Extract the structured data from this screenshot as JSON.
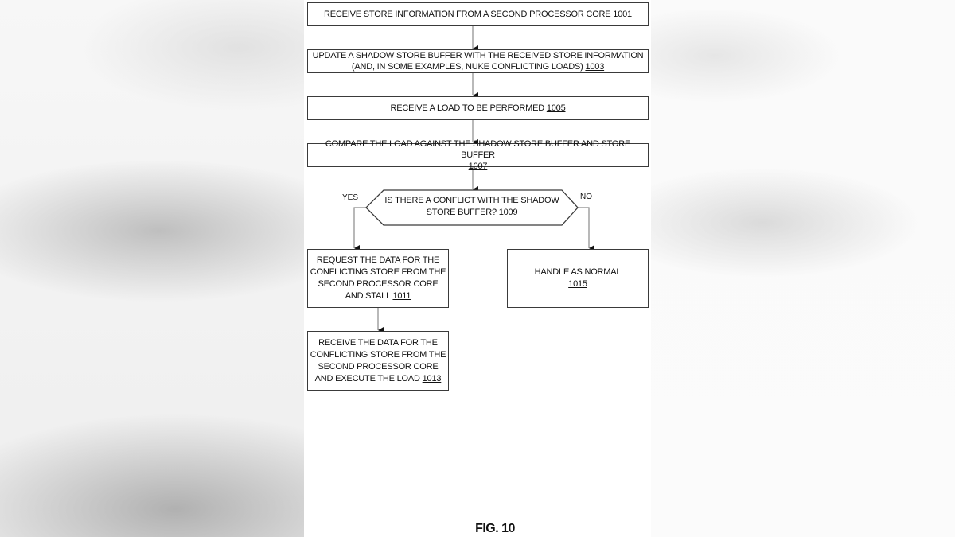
{
  "figure": {
    "label": "FIG. 10",
    "steps": [
      {
        "id": "1001",
        "text": "RECEIVE STORE INFORMATION FROM A SECOND PROCESSOR CORE ",
        "ref": "1001"
      },
      {
        "id": "1003",
        "line1": "UPDATE A SHADOW STORE BUFFER WITH THE RECEIVED STORE INFORMATION",
        "line2": "(AND, IN SOME EXAMPLES, NUKE CONFLICTING LOADS) ",
        "ref": "1003"
      },
      {
        "id": "1005",
        "text": "RECEIVE A LOAD TO BE PERFORMED ",
        "ref": "1005"
      },
      {
        "id": "1007",
        "line1": "COMPARE THE LOAD AGAINST THE SHADOW STORE BUFFER AND STORE BUFFER",
        "ref": "1007"
      },
      {
        "id": "1011",
        "line1": "REQUEST THE DATA FOR THE",
        "line2": "CONFLICTING STORE FROM THE",
        "line3": "SECOND PROCESSOR CORE",
        "line4": "AND STALL ",
        "ref": "1011"
      },
      {
        "id": "1013",
        "line1": "RECEIVE THE DATA FOR THE",
        "line2": "CONFLICTING STORE FROM THE",
        "line3": "SECOND PROCESSOR CORE",
        "line4": "AND EXECUTE THE LOAD ",
        "ref": "1013"
      },
      {
        "id": "1015",
        "line1": "HANDLE AS NORMAL",
        "ref": "1015"
      }
    ],
    "decision": {
      "id": "1009",
      "line1": "IS THERE A CONFLICT WITH THE SHADOW",
      "line2": "STORE BUFFER? ",
      "ref": "1009",
      "yes_label": "YES",
      "no_label": "NO"
    }
  },
  "colors": {
    "box_border": "#3a3a3a",
    "connector": "#8a8a8a",
    "text": "#111111",
    "page": "#ffffff"
  }
}
